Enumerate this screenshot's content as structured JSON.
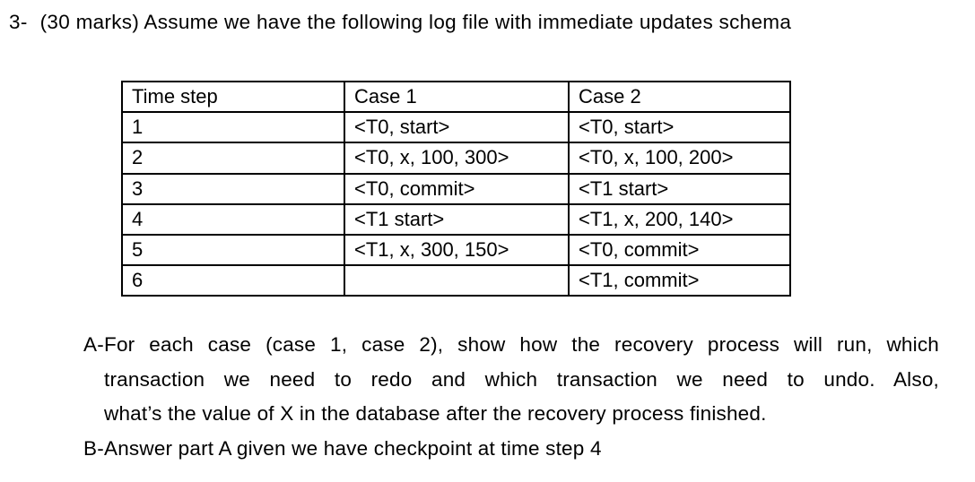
{
  "colors": {
    "text": "#000000",
    "background": "#ffffff",
    "table_border": "#000000"
  },
  "question": {
    "number": "3-",
    "text": "(30 marks) Assume we have the following log file with immediate updates schema"
  },
  "table": {
    "headers": [
      "Time step",
      "Case 1",
      "Case 2"
    ],
    "rows": [
      [
        "1",
        "<T0, start>",
        "<T0, start>"
      ],
      [
        "2",
        "<T0, x, 100, 300>",
        "<T0, x, 100, 200>"
      ],
      [
        "3",
        "<T0, commit>",
        "<T1 start>"
      ],
      [
        "4",
        "<T1 start>",
        "<T1, x, 200, 140>"
      ],
      [
        "5",
        "<T1, x, 300, 150>",
        "<T0, commit>"
      ],
      [
        "6",
        "",
        "<T1, commit>"
      ]
    ]
  },
  "parts": [
    {
      "label": "A-",
      "text": "For each case (case 1, case 2), show how the recovery process will run, which transaction we need to redo and which transaction we need to undo. Also, what’s the value of X in the database after the recovery process finished.",
      "lines": [
        "For each case (case 1, case 2), show how the recovery process will run, which",
        "transaction we need to redo and which transaction we need to undo. Also,",
        "what’s the value of X in the database after the recovery process finished."
      ]
    },
    {
      "label": "B-",
      "text": "Answer part A given we have checkpoint at time step 4",
      "lines": [
        "Answer part A given we have checkpoint at time step 4"
      ]
    }
  ]
}
